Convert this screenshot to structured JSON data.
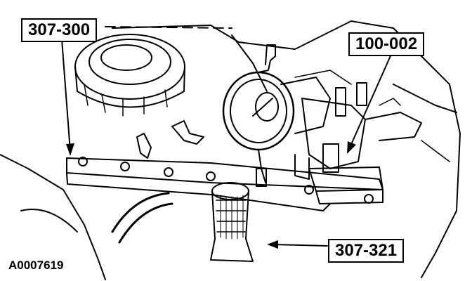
{
  "callouts": {
    "tool_a": "307-300",
    "tool_b": "100-002",
    "tool_c": "307-321"
  },
  "figure_number": "A0007619",
  "colors": {
    "ink": "#000000",
    "paper": "#ffffff"
  }
}
